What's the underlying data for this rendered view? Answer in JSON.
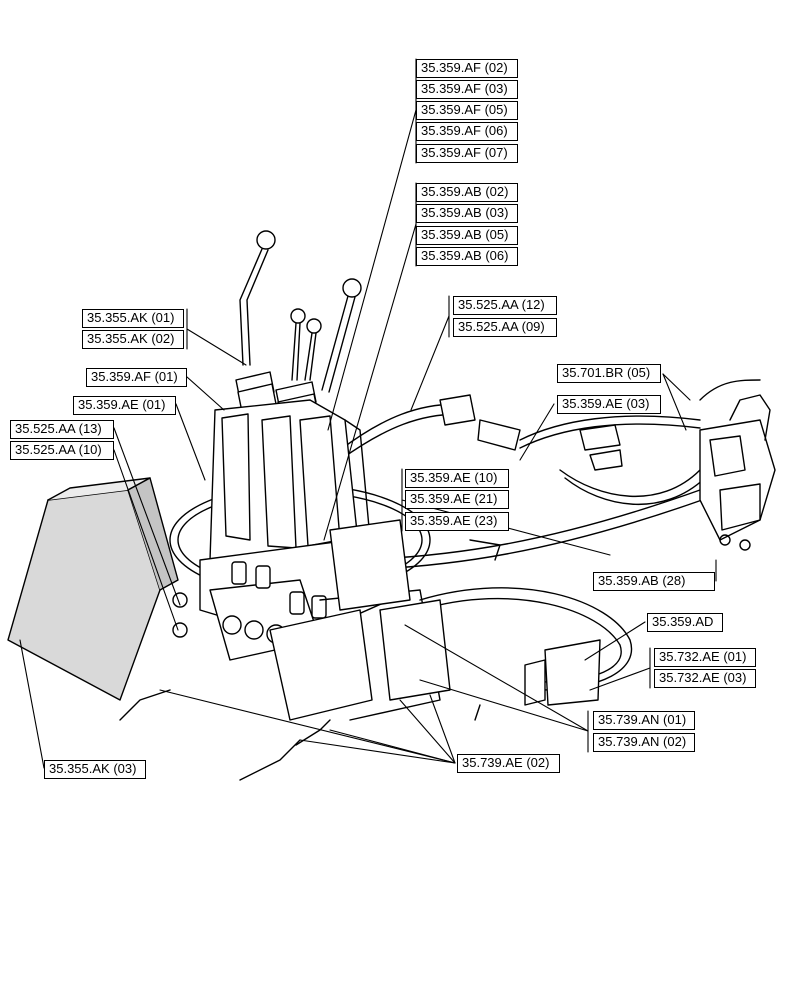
{
  "labels": {
    "af02": "35.359.AF (02)",
    "af03": "35.359.AF (03)",
    "af05": "35.359.AF (05)",
    "af06": "35.359.AF (06)",
    "af07": "35.359.AF (07)",
    "ab02": "35.359.AB (02)",
    "ab03": "35.359.AB (03)",
    "ab05": "35.359.AB (05)",
    "ab06": "35.359.AB (06)",
    "aa12": "35.525.AA (12)",
    "aa09": "35.525.AA (09)",
    "ak01": "35.355.AK (01)",
    "ak02": "35.355.AK (02)",
    "af01": "35.359.AF (01)",
    "ae01": "35.359.AE (01)",
    "aa13": "35.525.AA (13)",
    "aa10": "35.525.AA (10)",
    "br05": "35.701.BR (05)",
    "ae03": "35.359.AE (03)",
    "ae10": "35.359.AE (10)",
    "ae21": "35.359.AE (21)",
    "ae23": "35.359.AE (23)",
    "ab28": "35.359.AB (28)",
    "ad": "35.359.AD",
    "ae732_01": "35.732.AE (01)",
    "ae732_03": "35.732.AE (03)",
    "an01": "35.739.AN (01)",
    "an02": "35.739.AN (02)",
    "ak03": "35.355.AK (03)",
    "ae739_02": "35.739.AE (02)"
  },
  "colors": {
    "line": "#000000",
    "fill": "#ffffff",
    "shade": "#d9d9d9"
  }
}
